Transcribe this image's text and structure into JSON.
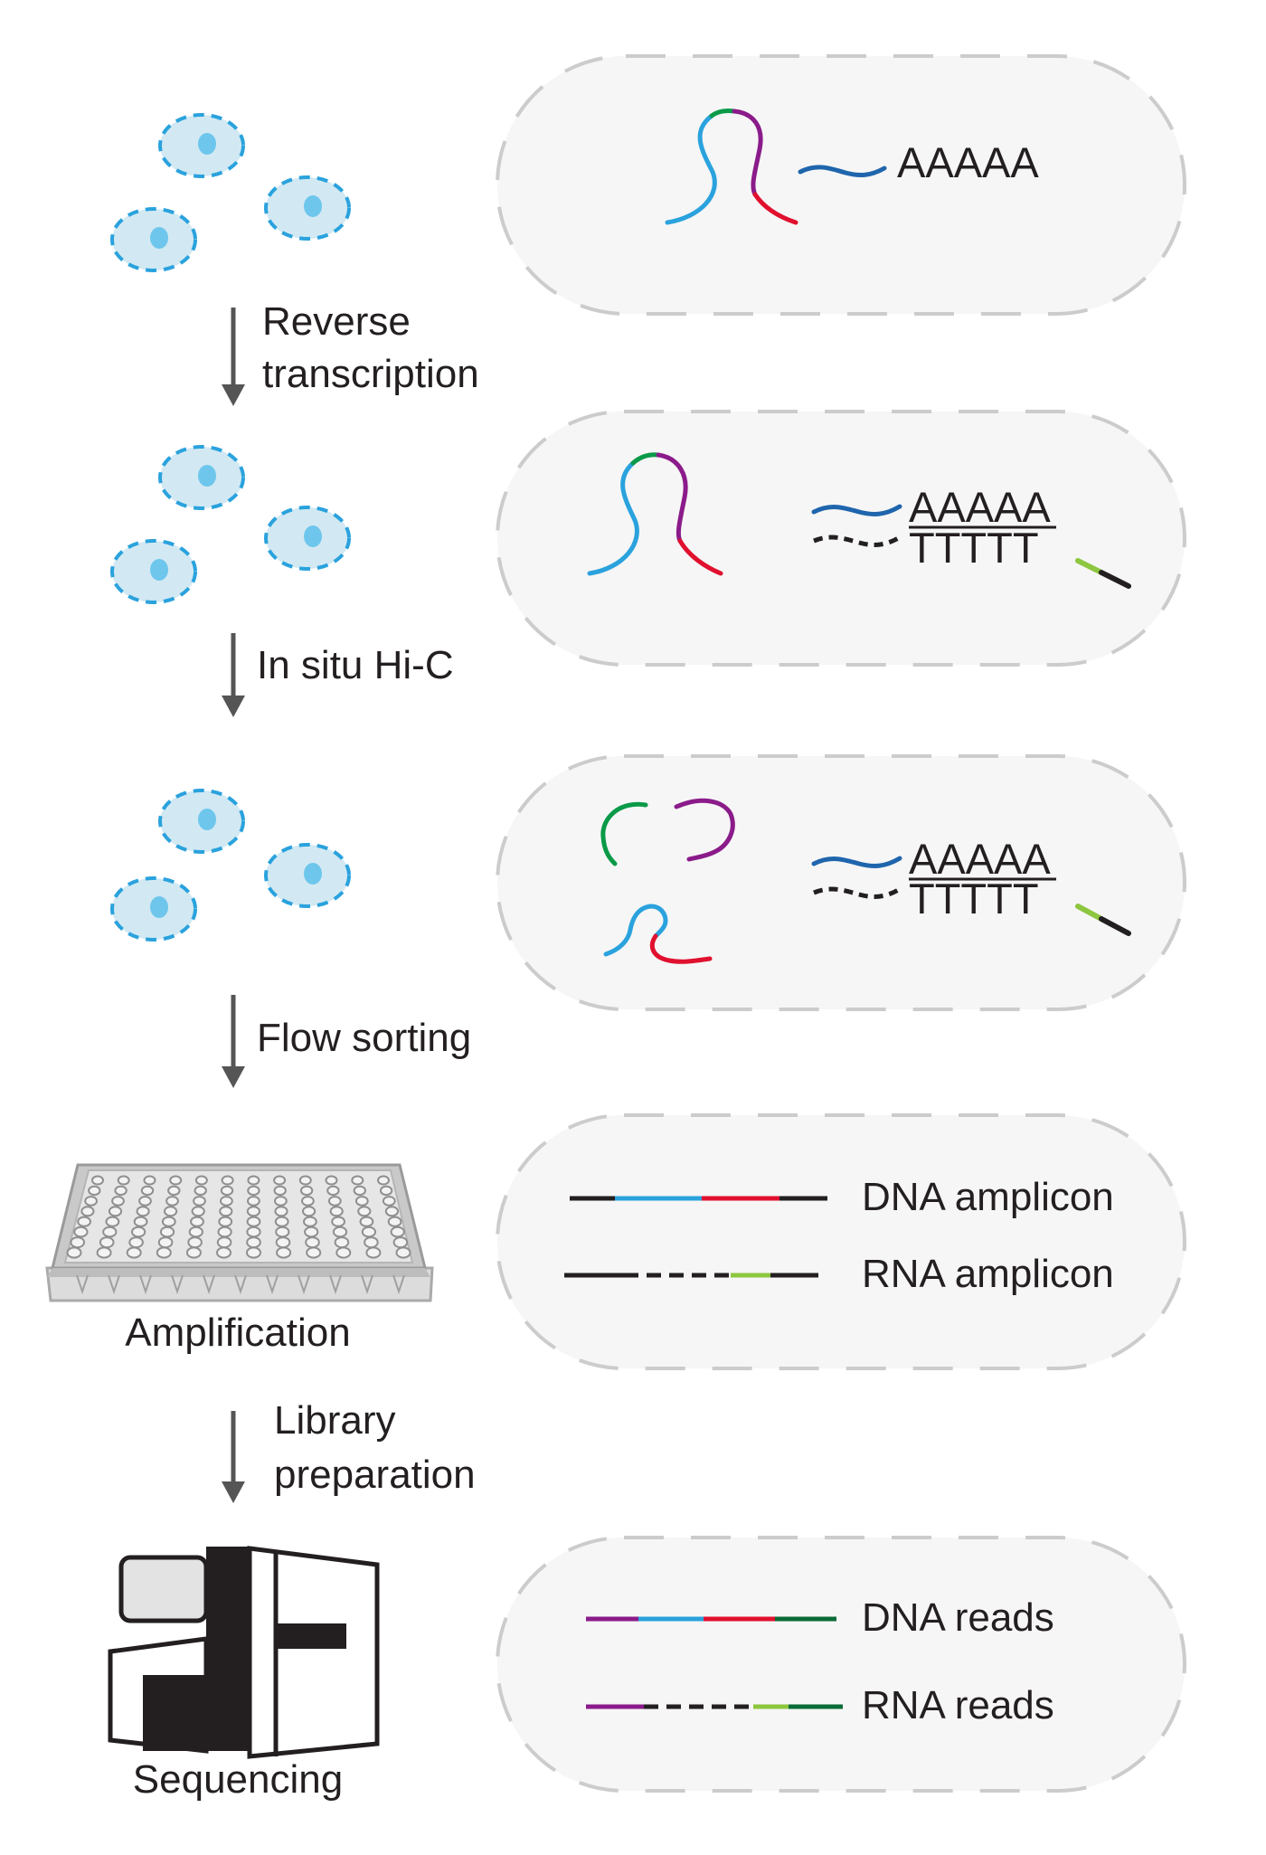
{
  "steps": {
    "reverse_transcription": [
      "Reverse",
      "transcription"
    ],
    "in_situ_hic": "In situ Hi-C",
    "flow_sorting": "Flow sorting",
    "amplification": "Amplification",
    "library_preparation": [
      "Library",
      "preparation"
    ],
    "sequencing": "Sequencing"
  },
  "panels": {
    "polya": "AAAAA",
    "polyt": "TTTTT",
    "dna_amplicon": "DNA amplicon",
    "rna_amplicon": "RNA amplicon",
    "dna_reads": "DNA reads",
    "rna_reads": "RNA reads"
  },
  "colors": {
    "cell_fill": "#d2e9f3",
    "cell_stroke": "#2aa2dd",
    "nucleus": "#6ec6ec",
    "panel_fill": "#f6f6f6",
    "panel_stroke": "#cccccc",
    "arrow": "#555555",
    "green": "#0a9a48",
    "purple": "#8b1b8a",
    "blue": "#2aa2dd",
    "red": "#e0102e",
    "dark_blue": "#1f65ad",
    "lime": "#8dc63f",
    "dark_green": "#0a6b37",
    "black": "#231f20"
  }
}
